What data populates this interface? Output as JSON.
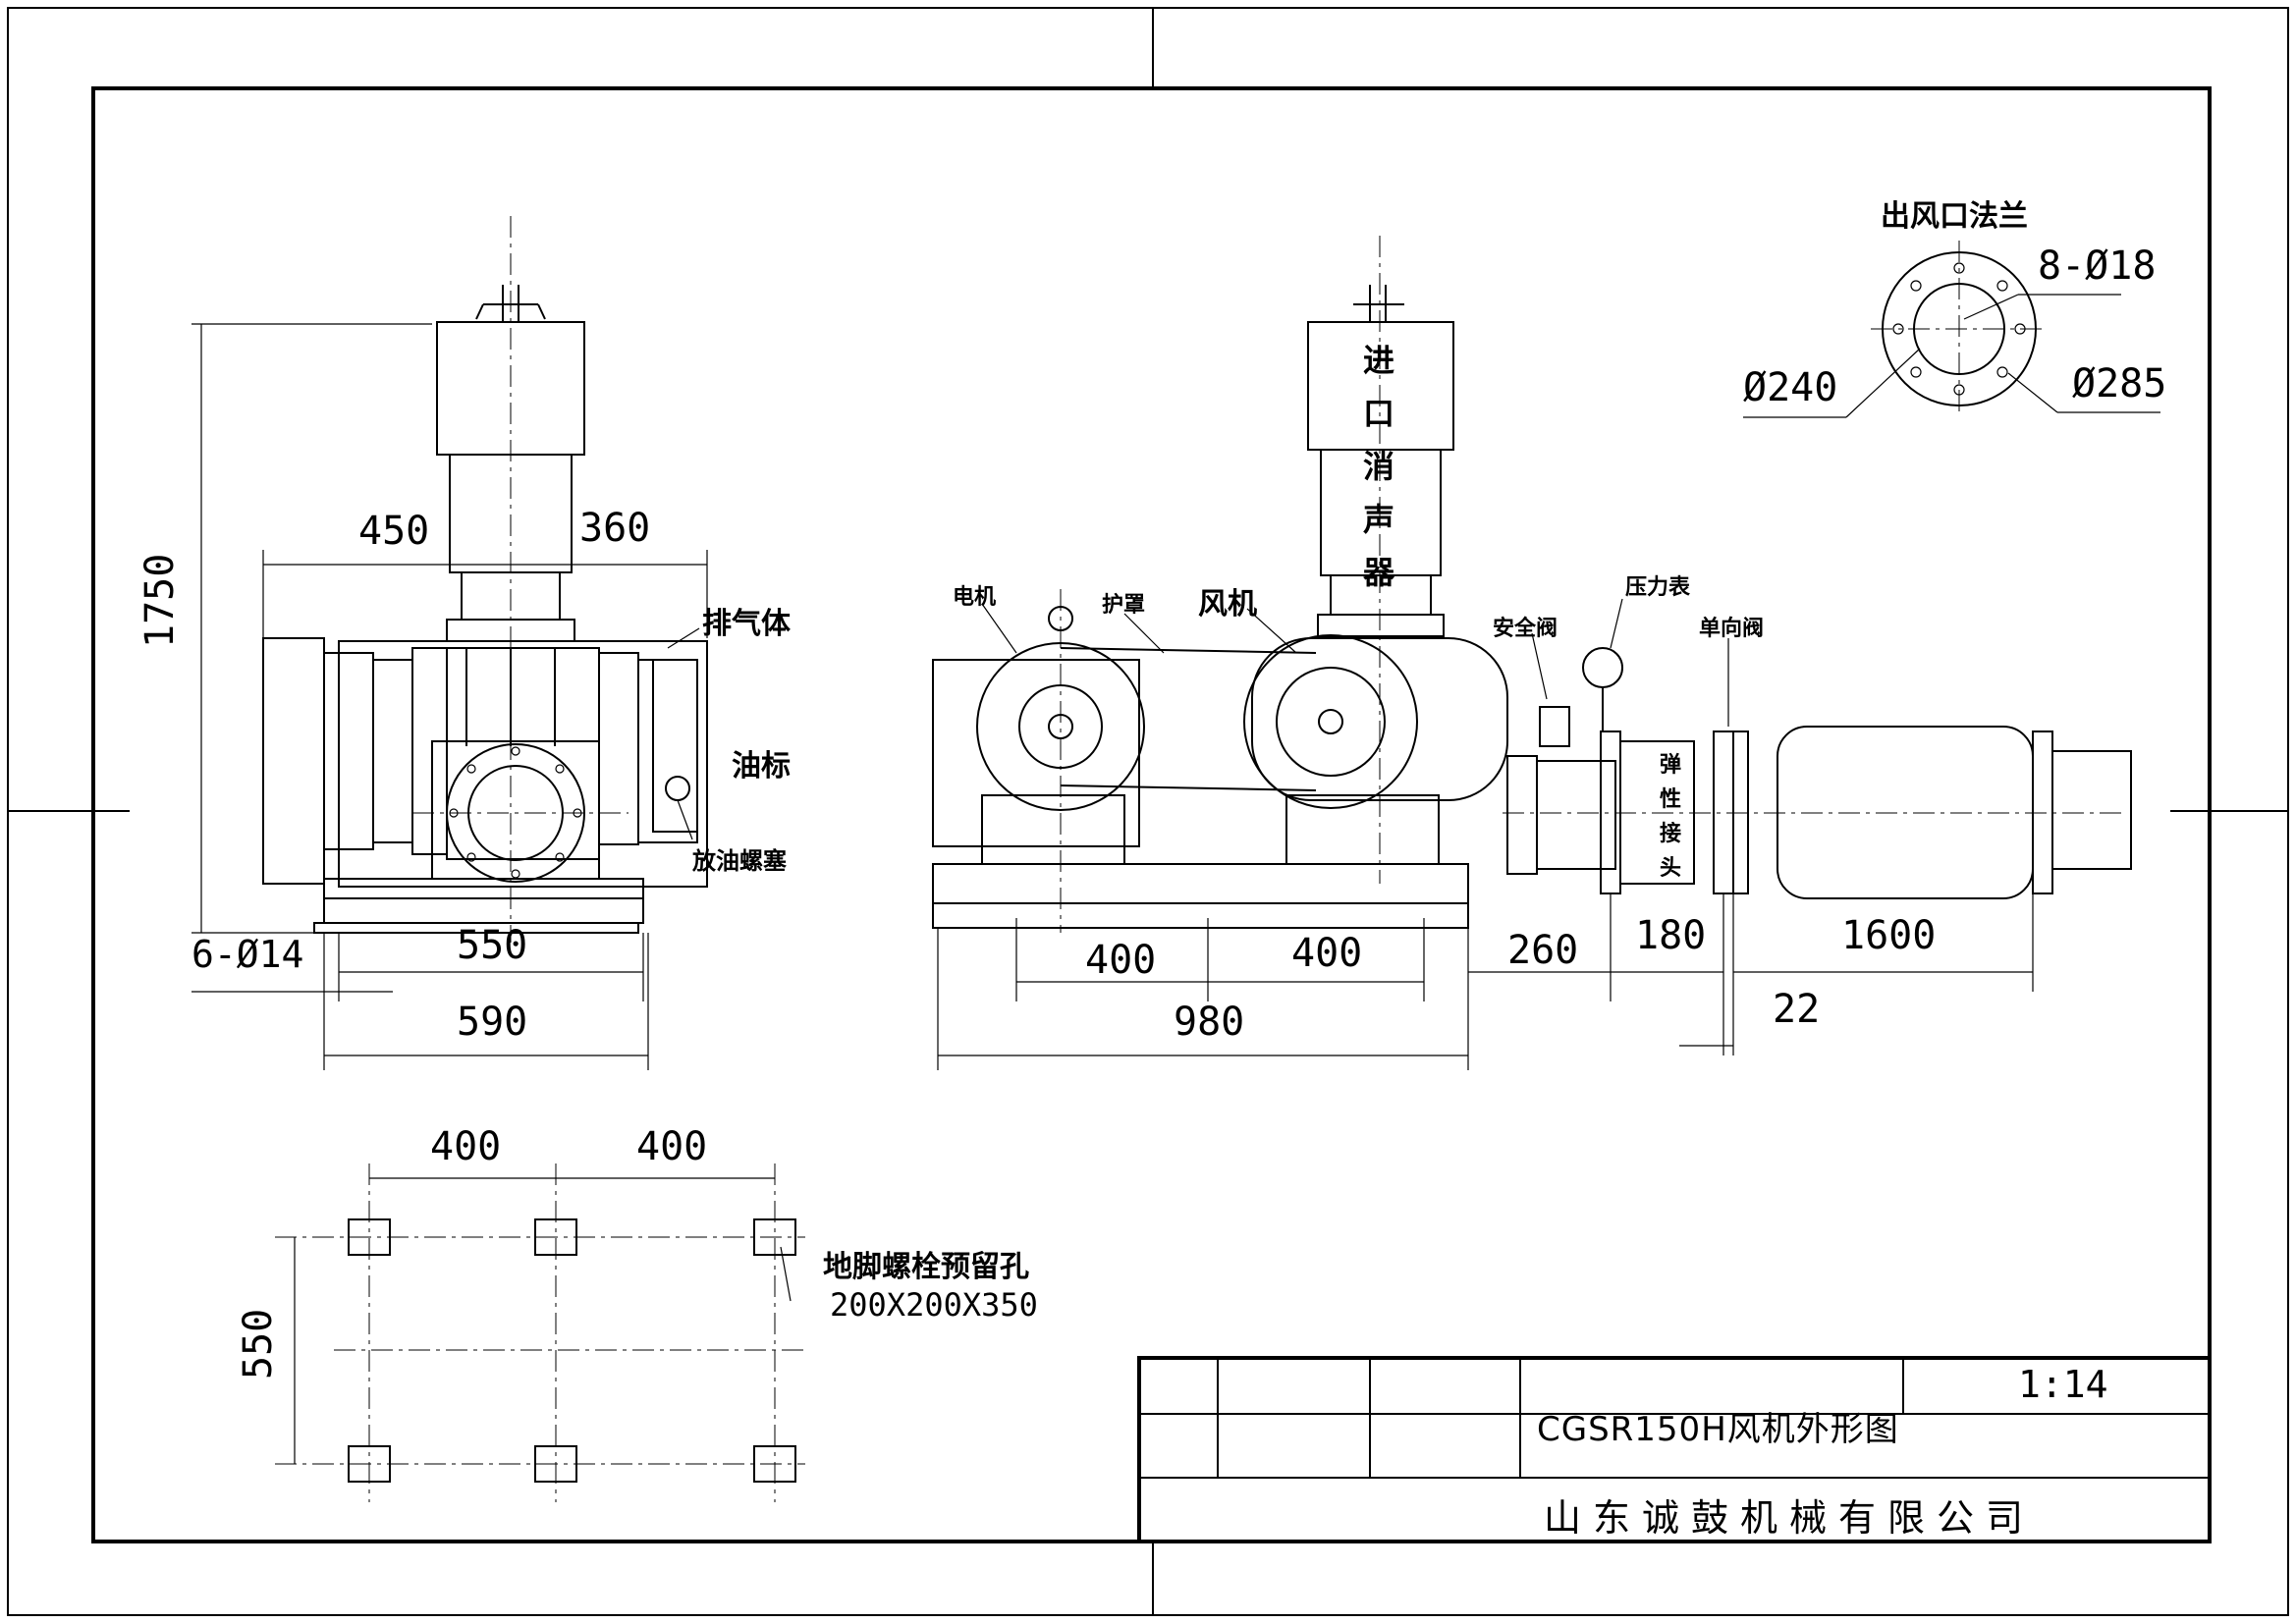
{
  "front_view": {
    "dims": {
      "d450": "450",
      "d360": "360",
      "d1750": "1750",
      "d6phi14": "6-Ø14",
      "d550": "550",
      "d590": "590"
    },
    "labels": {
      "exhaust": "排气体",
      "oil_mark": "油标",
      "drain_plug": "放油螺塞"
    }
  },
  "side_view": {
    "labels": {
      "motor": "电机",
      "guard": "护罩",
      "blower": "风机",
      "safety_valve": "安全阀",
      "pressure_gauge": "压力表",
      "check_valve": "单向阀",
      "silencer": "进口消声器",
      "flex_joint": "弹性接头"
    },
    "dims": {
      "d400a": "400",
      "d400b": "400",
      "d980": "980",
      "d260": "260",
      "d180": "180",
      "d1600": "1600",
      "d22": "22"
    }
  },
  "flange": {
    "title": "出风口法兰",
    "holes": "8-Ø18",
    "inner": "Ø240",
    "outer": "Ø285"
  },
  "foundation": {
    "label": "地脚螺栓预留孔",
    "size": "200X200X350",
    "dims": {
      "d400a": "400",
      "d400b": "400",
      "d550": "550"
    }
  },
  "title_block": {
    "scale": "1:14",
    "drawing_title": "CGSR150H风机外形图",
    "company": "山东诚鼓机械有限公司"
  }
}
